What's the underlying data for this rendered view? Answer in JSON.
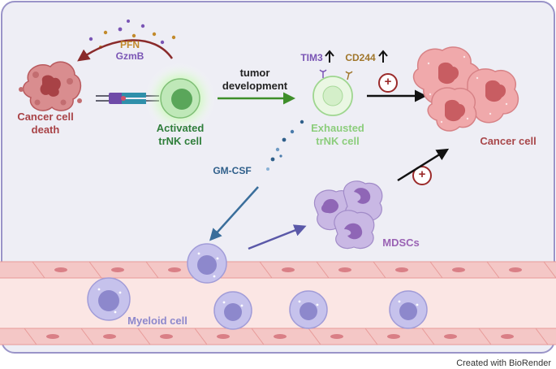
{
  "labels": {
    "pfn": "PFN",
    "gzmb": "GzmB",
    "cancer_cell_death_line1": "Cancer cell",
    "cancer_cell_death_line2": "death",
    "activated_line1": "Activated",
    "activated_line2": "trNK cell",
    "tumor_dev_line1": "tumor",
    "tumor_dev_line2": "development",
    "tim3": "TIM3",
    "cd244": "CD244",
    "exhausted_line1": "Exhausted",
    "exhausted_line2": "trNK cell",
    "cancer_cell": "Cancer cell",
    "gmcsf": "GM-CSF",
    "mdscs": "MDSCs",
    "myeloid_cell": "Myeloid cell",
    "plus_1": "+",
    "plus_2": "+"
  },
  "footer": "Created with BioRender",
  "colors": {
    "background": "#eeeef5",
    "frame": "#9a94c8",
    "cancer_death": "#a84246",
    "cytotoxic": "#c28a2b",
    "granzyme": "#7a55b5",
    "activated_nk": "#2f7e3a",
    "nk_green": "#8fcf8a",
    "tumor_arrow": "#3e8e2a",
    "exhausted": "#8ccd7c",
    "tim3": "#7a55b5",
    "cd244": "#a0762b",
    "cancer_cell": "#a8474a",
    "gmcsf": "#2f5f8a",
    "mdsc": "#9a62b4",
    "myeloid": "#8d88cc",
    "vessel": "#f4c7c6",
    "plus": "#9b2a2a"
  },
  "icons": [
    "cancer-cell-death-icon",
    "activated-nk-cell-icon",
    "exhausted-nk-cell-icon",
    "cancer-cell-icon",
    "mdsc-icon",
    "myeloid-cell-icon",
    "blood-vessel-icon",
    "up-arrow-icon",
    "plus-circle-icon",
    "receptor-icon"
  ]
}
